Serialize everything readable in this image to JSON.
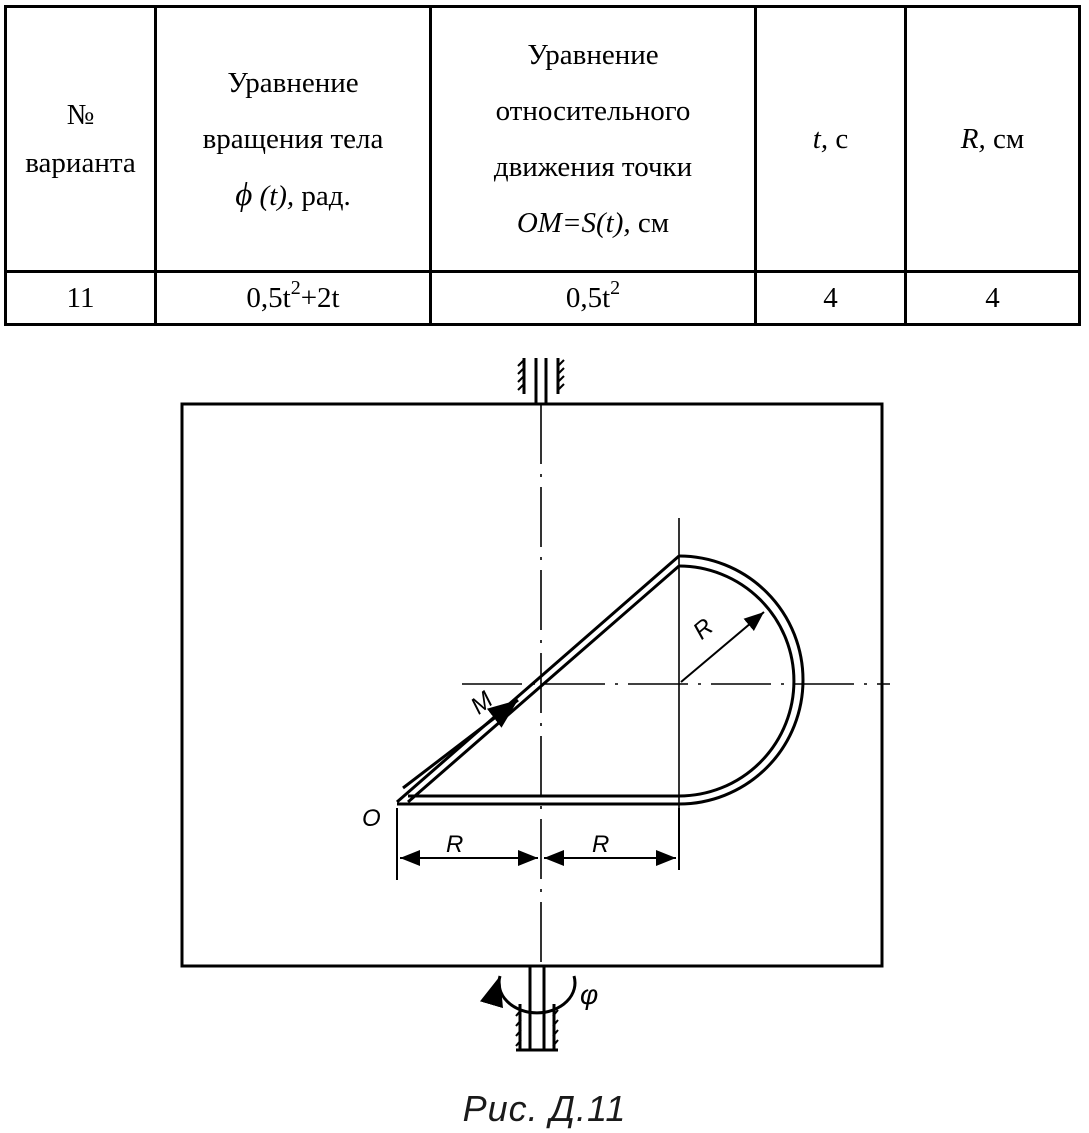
{
  "table": {
    "headers": {
      "variant_no_sign": "№",
      "variant_no_word": "варианта",
      "rotation_line1": "Уравнение",
      "rotation_line2": "вращения тела",
      "rotation_phi": "ϕ",
      "rotation_arg": "(t),",
      "rotation_unit": "рад.",
      "relative_line1": "Уравнение",
      "relative_line2": "относительного",
      "relative_line3": "движения точки",
      "relative_expr": "OM=S(t),",
      "relative_unit": "см",
      "time_symbol": "t,",
      "time_unit": "с",
      "radius_symbol": "R,",
      "radius_unit": "см"
    },
    "row": {
      "variant": "11",
      "rotation_base": "0,5t",
      "rotation_exp": "2",
      "rotation_tail": "+2t",
      "relative_base": "0,5t",
      "relative_exp": "2",
      "time": "4",
      "radius": "4"
    }
  },
  "figure": {
    "label_O": "O",
    "label_M": "M",
    "label_R_left": "R",
    "label_R_right": "R",
    "label_R_arc": "R",
    "label_phi": "φ"
  },
  "caption": "Рис. Д.11"
}
